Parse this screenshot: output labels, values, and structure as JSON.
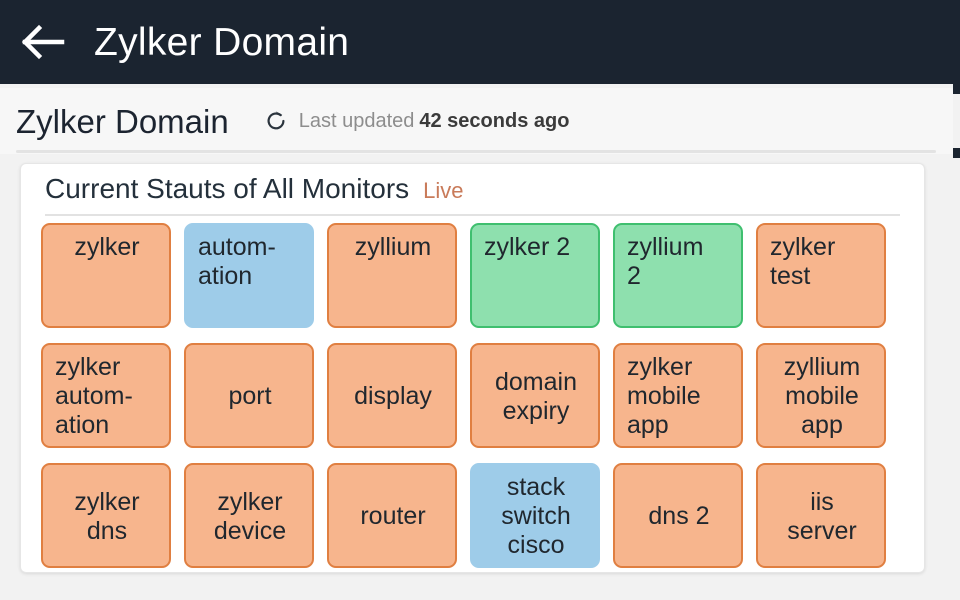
{
  "appbar": {
    "back_icon": "arrow-left-icon",
    "title": "Zylker Domain"
  },
  "subheader": {
    "title": "Zylker Domain",
    "refresh_icon": "refresh-icon",
    "updated_label": "Last updated",
    "updated_value": "42 seconds ago"
  },
  "card": {
    "title": "Current Stauts of All Monitors",
    "live_label": "Live",
    "monitors": [
      {
        "label": "zylker",
        "status": "up",
        "align": "center",
        "valign": "top"
      },
      {
        "label": "autom-\nation",
        "status": "idle",
        "align": "left",
        "valign": "top"
      },
      {
        "label": "zyllium",
        "status": "up",
        "align": "center",
        "valign": "top"
      },
      {
        "label": "zylker 2",
        "status": "ok",
        "align": "left",
        "valign": "top"
      },
      {
        "label": "zyllium\n2",
        "status": "ok",
        "align": "left",
        "valign": "top"
      },
      {
        "label": "zylker\ntest",
        "status": "up",
        "align": "left",
        "valign": "top"
      },
      {
        "label": "zylker\nautom-\nation",
        "status": "up",
        "align": "left",
        "valign": "top"
      },
      {
        "label": "port",
        "status": "up",
        "align": "center",
        "valign": "middle"
      },
      {
        "label": "display",
        "status": "up",
        "align": "center",
        "valign": "middle"
      },
      {
        "label": "domain\nexpiry",
        "status": "up",
        "align": "center",
        "valign": "middle"
      },
      {
        "label": "zylker\nmobile\napp",
        "status": "up",
        "align": "left",
        "valign": "top"
      },
      {
        "label": "zyllium\nmobile\napp",
        "status": "up",
        "align": "center",
        "valign": "top"
      },
      {
        "label": "zylker\ndns",
        "status": "up",
        "align": "center",
        "valign": "middle"
      },
      {
        "label": "zylker\ndevice",
        "status": "up",
        "align": "center",
        "valign": "middle"
      },
      {
        "label": "router",
        "status": "up",
        "align": "center",
        "valign": "middle"
      },
      {
        "label": "stack\nswitch\ncisco",
        "status": "idle",
        "align": "center",
        "valign": "top"
      },
      {
        "label": "dns 2",
        "status": "up",
        "align": "center",
        "valign": "middle"
      },
      {
        "label": "iis\nserver",
        "status": "up",
        "align": "center",
        "valign": "middle"
      }
    ]
  },
  "colors": {
    "appbar_bg": "#1b2430",
    "page_bg": "#f2f2f2",
    "status_up": "#f7b58d",
    "status_up_border": "#e07f41",
    "status_ok": "#8ee0ae",
    "status_ok_border": "#3fbf6f",
    "status_idle": "#9ecce9",
    "live_accent": "#c97b5a"
  }
}
